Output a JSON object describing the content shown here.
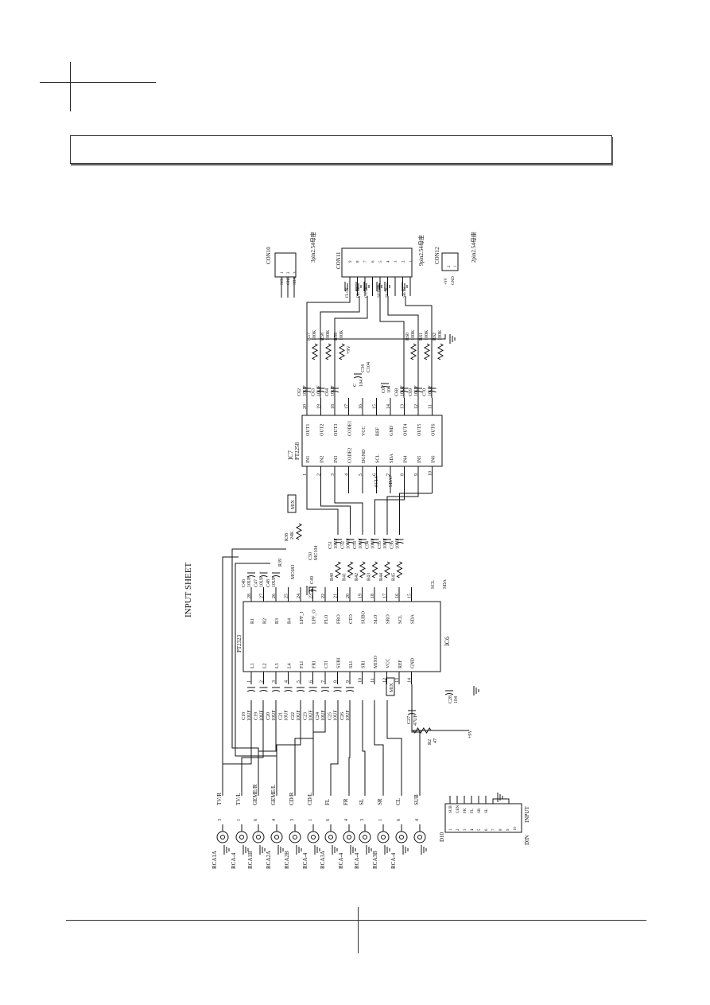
{
  "sheet_title": "INPUT SHEET",
  "ic6": {
    "ref": "IC6",
    "part": "PT2323",
    "left_pins": [
      {
        "num": "1",
        "name": "L1"
      },
      {
        "num": "2",
        "name": "L2"
      },
      {
        "num": "3",
        "name": "L3"
      },
      {
        "num": "4",
        "name": "L4"
      },
      {
        "num": "5",
        "name": "FLI"
      },
      {
        "num": "6",
        "name": "FRI"
      },
      {
        "num": "7",
        "name": "CTI"
      },
      {
        "num": "8",
        "name": "SUBI"
      },
      {
        "num": "9",
        "name": "SLI"
      },
      {
        "num": "10",
        "name": "SRI"
      },
      {
        "num": "11",
        "name": "MIXO"
      },
      {
        "num": "12",
        "name": "VCC"
      },
      {
        "num": "13",
        "name": "REF"
      },
      {
        "num": "14",
        "name": "GND"
      }
    ],
    "right_pins": [
      {
        "num": "28",
        "name": "R1"
      },
      {
        "num": "27",
        "name": "R2"
      },
      {
        "num": "26",
        "name": "R3"
      },
      {
        "num": "25",
        "name": "R4"
      },
      {
        "num": "24",
        "name": "LPF_I"
      },
      {
        "num": "23",
        "name": "LPF_O"
      },
      {
        "num": "22",
        "name": "FLO"
      },
      {
        "num": "21",
        "name": "FRO"
      },
      {
        "num": "20",
        "name": "CTO"
      },
      {
        "num": "19",
        "name": "SUBO"
      },
      {
        "num": "18",
        "name": "SLO"
      },
      {
        "num": "17",
        "name": "SRO"
      },
      {
        "num": "16",
        "name": "SCL"
      },
      {
        "num": "15",
        "name": "SDA"
      }
    ]
  },
  "ic7": {
    "ref": "IC7",
    "part": "PT2258",
    "left_pins": [
      {
        "num": "1",
        "name": "IN1"
      },
      {
        "num": "2",
        "name": "IN2"
      },
      {
        "num": "3",
        "name": "IN3"
      },
      {
        "num": "4",
        "name": "CODE2"
      },
      {
        "num": "5",
        "name": "DGND"
      },
      {
        "num": "6",
        "name": "SCL"
      },
      {
        "num": "7",
        "name": "SDA"
      },
      {
        "num": "8",
        "name": "IN4"
      },
      {
        "num": "9",
        "name": "IN5"
      },
      {
        "num": "10",
        "name": "IN6"
      }
    ],
    "right_pins": [
      {
        "num": "20",
        "name": "OUT1"
      },
      {
        "num": "19",
        "name": "OUT2"
      },
      {
        "num": "18",
        "name": "OUT3"
      },
      {
        "num": "17",
        "name": "CODE1"
      },
      {
        "num": "16",
        "name": "VCC"
      },
      {
        "num": "15",
        "name": "REF"
      },
      {
        "num": "14",
        "name": "GND"
      },
      {
        "num": "13",
        "name": "OUT4"
      },
      {
        "num": "12",
        "name": "OUT5"
      },
      {
        "num": "11",
        "name": "OUT6"
      }
    ]
  },
  "inputs": [
    {
      "ref": "RCA1A",
      "pin": "3",
      "net": "TV/R"
    },
    {
      "ref": "RCA-4",
      "pin": "1",
      "net": "TV/L"
    },
    {
      "ref": "RCA1B",
      "pin": "6",
      "net": "GEME/R"
    },
    {
      "ref": "RCA2A",
      "pin": "4",
      "net": "GEME/L"
    },
    {
      "ref": "RCA2B",
      "pin": "3",
      "net": "CD/R"
    },
    {
      "ref": "RCA-4",
      "pin": "1",
      "net": "CD/L"
    },
    {
      "ref": "RCA3A",
      "pin": "6",
      "net": "FL"
    },
    {
      "ref": "RCA-4",
      "pin": "4",
      "net": "FR"
    },
    {
      "ref": "RCA-4",
      "pin": "3",
      "net": "SL"
    },
    {
      "ref": "RCA3B",
      "pin": "1",
      "net": "SR"
    },
    {
      "ref": "RCA-4",
      "pin": "6",
      "net": "CL"
    },
    {
      "ref": "",
      "pin": "4",
      "net": "SUB"
    }
  ],
  "input_caps": [
    {
      "ref": "C18",
      "value": "10UF"
    },
    {
      "ref": "C19",
      "value": "10UF"
    },
    {
      "ref": "C20",
      "value": "10UF"
    },
    {
      "ref": "C21",
      "value": "10UF"
    },
    {
      "ref": "C22",
      "value": "10UF"
    },
    {
      "ref": "C23",
      "value": "10UF"
    },
    {
      "ref": "C24",
      "value": "10UF"
    },
    {
      "ref": "C25",
      "value": "10UF"
    },
    {
      "ref": "C26",
      "value": "10UF"
    }
  ],
  "right_caps": [
    {
      "ref": "C46",
      "value": "10UF"
    },
    {
      "ref": "C47",
      "value": "10UF"
    },
    {
      "ref": "C48",
      "value": "10UF"
    }
  ],
  "coupling_caps": [
    {
      "ref": "C51",
      "value": "10UF"
    },
    {
      "ref": "C52",
      "value": "10UF"
    },
    {
      "ref": "C53",
      "value": "10UF"
    },
    {
      "ref": "C54",
      "value": "10UF"
    },
    {
      "ref": "C55",
      "value": "10UF"
    },
    {
      "ref": "C56",
      "value": "10UF"
    }
  ],
  "output_caps": [
    {
      "ref": "C62",
      "value": "10UF"
    },
    {
      "ref": "C63",
      "value": "10UF"
    },
    {
      "ref": "C64",
      "value": "10UF"
    },
    {
      "ref": "C68",
      "value": "10UF"
    },
    {
      "ref": "C69",
      "value": "10UF"
    },
    {
      "ref": "C70",
      "value": "10UF"
    }
  ],
  "resistors_top": [
    {
      "ref": "R57",
      "value": "100K"
    },
    {
      "ref": "R58",
      "value": "100K"
    },
    {
      "ref": "R59",
      "value": "100K"
    }
  ],
  "resistors_bottom": [
    {
      "ref": "R60",
      "value": "100K"
    },
    {
      "ref": "R61",
      "value": "100K"
    },
    {
      "ref": "R62",
      "value": "100K"
    }
  ],
  "series_resistors": [
    "R40",
    "R41",
    "R42",
    "R43",
    "R44",
    "R45"
  ],
  "misc": {
    "r38": "R38",
    "r38_value": "24K",
    "r39": "R39",
    "c50": "C50",
    "mc104": "MC104",
    "mc683": "MC683",
    "c49": "C49",
    "mix_tag": "MIX",
    "plus9v": "+9V",
    "c27": "C27",
    "c27_value": "47UF",
    "c28": "C28",
    "c28_value": "104",
    "r2": "R2",
    "r2_value": "47",
    "c34": "C34",
    "c104": "C104",
    "c67": "C67",
    "c67_value": "104",
    "c_lbl_u": "C",
    "c_lbl_104": "104",
    "scl_net": "SCL",
    "sda_net": "SDA",
    "scl6": "SCL6",
    "sda7": "SDA7",
    "ic6_sda": "SDA",
    "ic6_scl": "SCL"
  },
  "con10": {
    "ref": "CON10",
    "desc": "3pin2.54母座",
    "pins": [
      {
        "num": "1",
        "net": "SCL"
      },
      {
        "num": "2",
        "net": "GND"
      },
      {
        "num": "3",
        "net": "SDA"
      }
    ]
  },
  "con11": {
    "ref": "CON11",
    "desc": "9pin2.54母座",
    "pins": [
      "9",
      "8",
      "7",
      "6",
      "5",
      "4",
      "3",
      "2",
      "1"
    ],
    "nets": [
      "FL/IN",
      "FR/IN",
      "CT/IN",
      "SUB/IN",
      "SL/IN",
      "SR/IN"
    ]
  },
  "con12": {
    "ref": "CON12",
    "desc": "2pin2.54母座",
    "pins": [
      "2",
      "1"
    ],
    "nets": [
      "+9V",
      "GND"
    ]
  },
  "din": {
    "ref": "D10",
    "title": "DIN",
    "label": "INPUT",
    "pins": [
      {
        "num": "1",
        "net": "SUB"
      },
      {
        "num": "2",
        "net": "CEN"
      },
      {
        "num": "3",
        "net": "FR"
      },
      {
        "num": "4",
        "net": "FL"
      },
      {
        "num": "5",
        "net": "SR"
      },
      {
        "num": "6",
        "net": "SL"
      },
      {
        "num": "7",
        "net": ""
      },
      {
        "num": "8",
        "net": ""
      },
      {
        "num": "9",
        "net": ""
      },
      {
        "num": "10",
        "net": ""
      }
    ]
  }
}
